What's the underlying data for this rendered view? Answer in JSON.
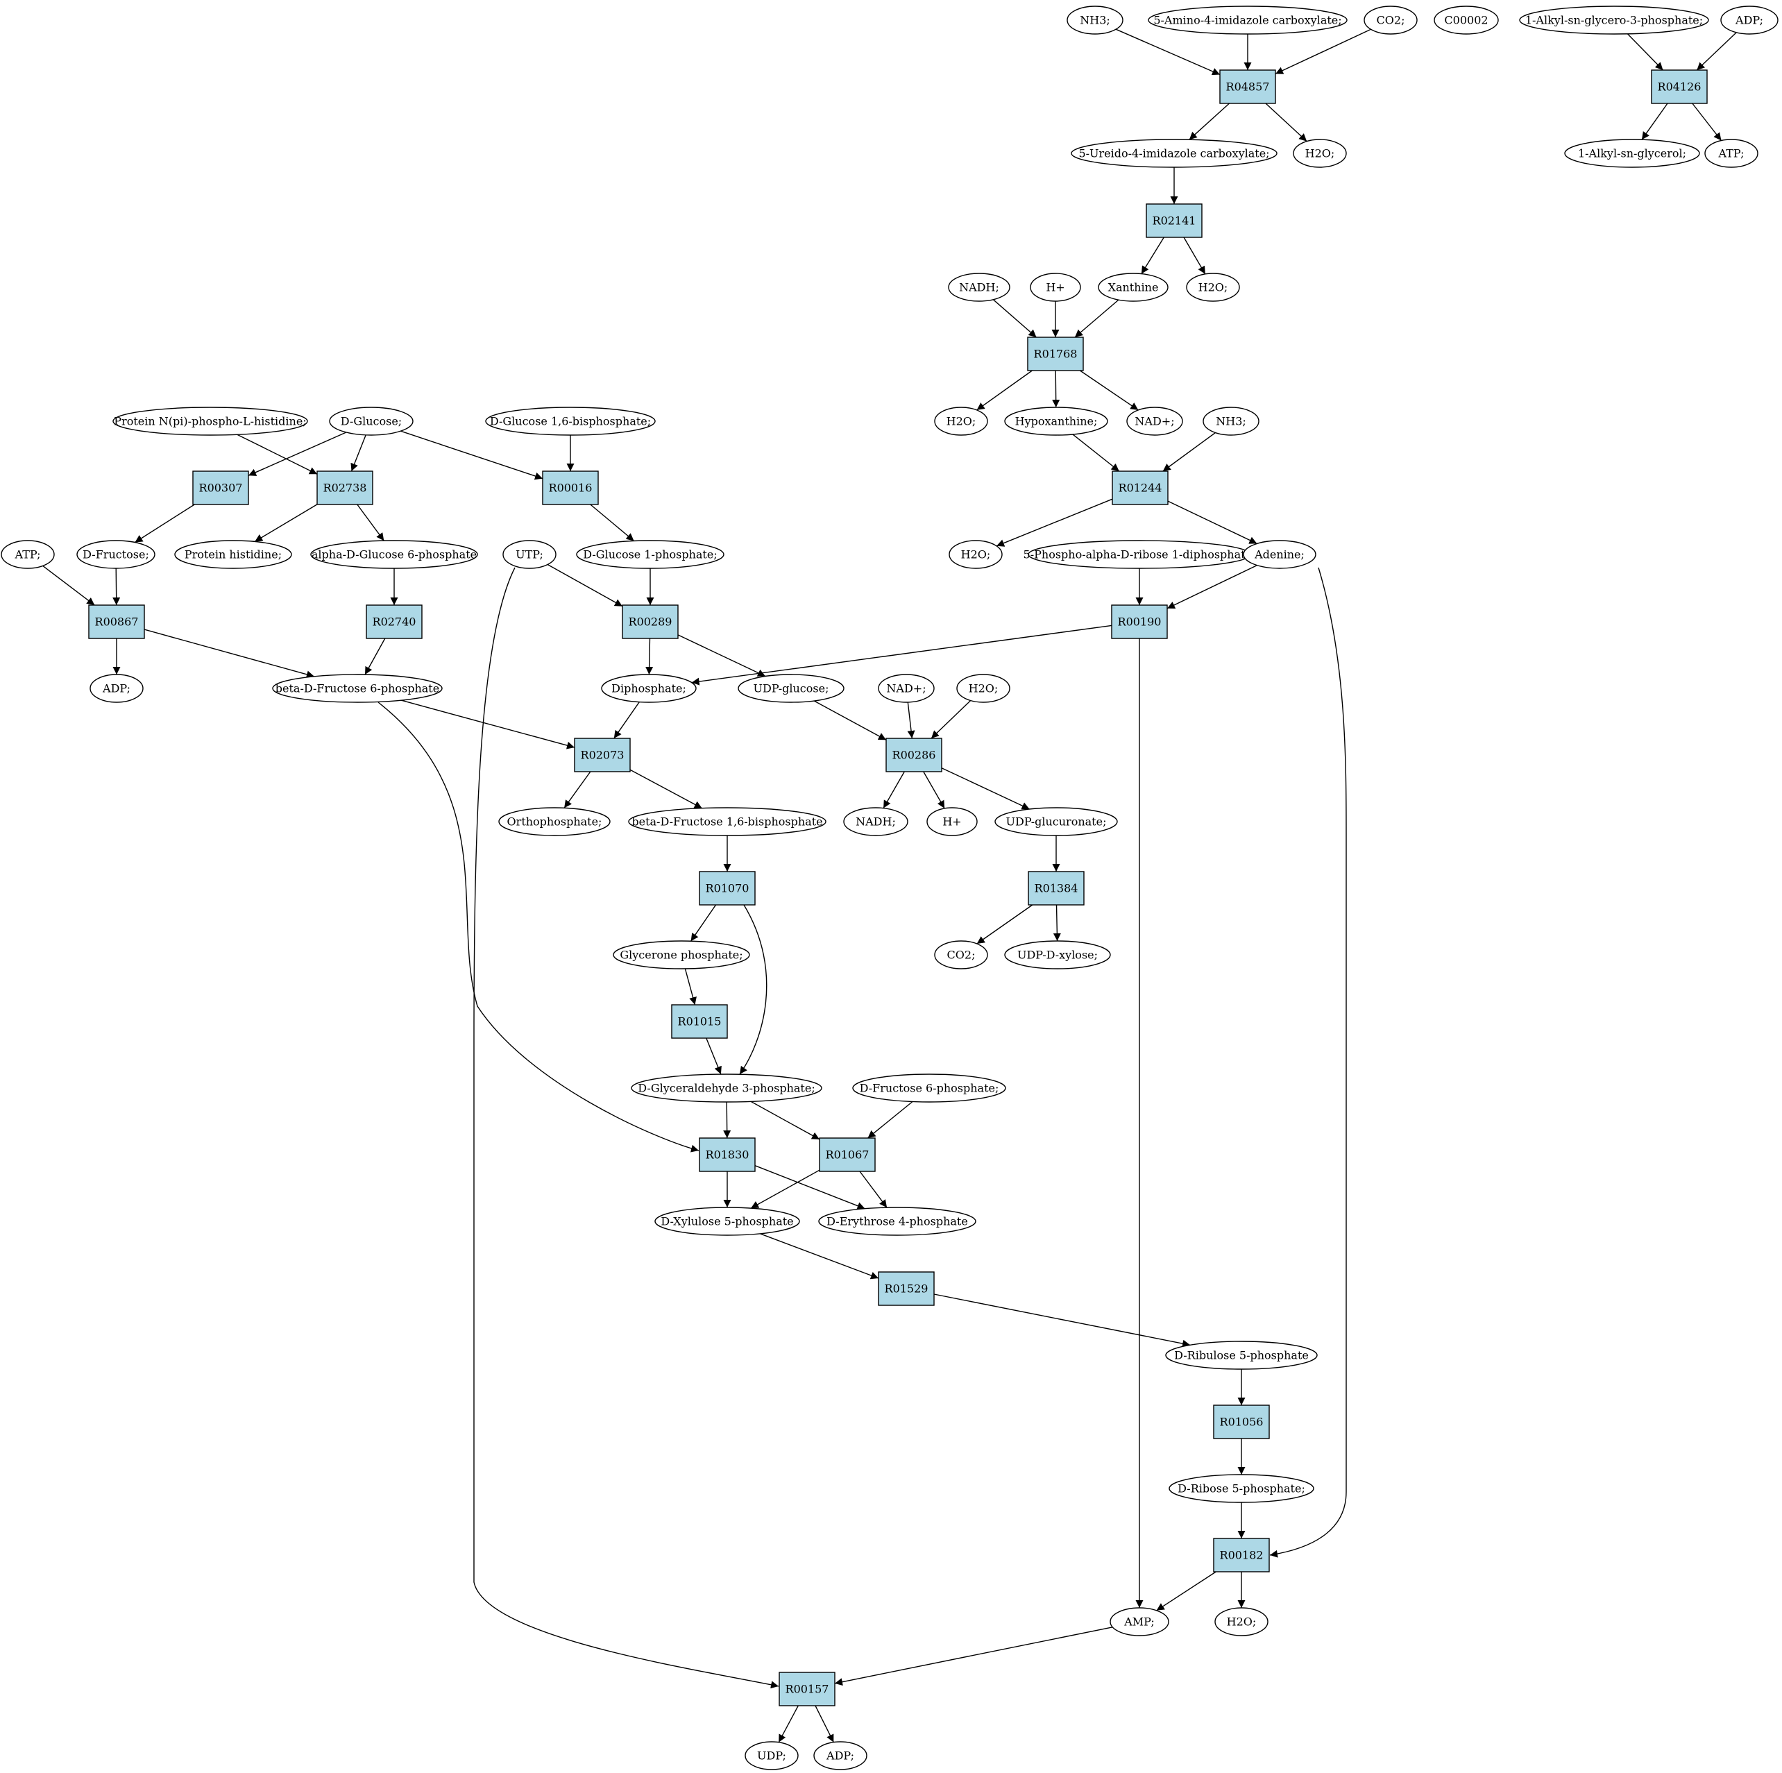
{
  "diagram": {
    "type": "metabolic reaction network",
    "colors": {
      "reaction_fill": "#add8e6",
      "compound_fill": "#ffffff",
      "highlight_start": "#00ee00",
      "highlight_target": "#ffff00"
    },
    "compounds": [
      {
        "id": "c_nh3_top",
        "label": "NH3;"
      },
      {
        "id": "c_5a4ic",
        "label": "5-Amino-4-imidazole carboxylate;"
      },
      {
        "id": "c_co2_top",
        "label": "CO2;"
      },
      {
        "id": "c_c00002",
        "label": "C00002",
        "highlight": "target"
      },
      {
        "id": "c_alkylg3p",
        "label": "1-Alkyl-sn-glycero-3-phosphate;"
      },
      {
        "id": "c_adp_top",
        "label": "ADP;"
      },
      {
        "id": "c_5u4ic",
        "label": "5-Ureido-4-imidazole carboxylate;"
      },
      {
        "id": "c_h2o_1",
        "label": "H2O;"
      },
      {
        "id": "c_alkylg",
        "label": "1-Alkyl-sn-glycerol;"
      },
      {
        "id": "c_atp_top",
        "label": "ATP;"
      },
      {
        "id": "c_nadh_1",
        "label": "NADH;"
      },
      {
        "id": "c_hplus_1",
        "label": "H+"
      },
      {
        "id": "c_xanthine",
        "label": "Xanthine"
      },
      {
        "id": "c_h2o_2",
        "label": "H2O;"
      },
      {
        "id": "c_protein_nphis",
        "label": "Protein N(pi)-phospho-L-histidine;"
      },
      {
        "id": "c_dglucose",
        "label": "D-Glucose;",
        "highlight": "start"
      },
      {
        "id": "c_dg16bp",
        "label": "D-Glucose 1,6-bisphosphate;"
      },
      {
        "id": "c_h2o_3",
        "label": "H2O;"
      },
      {
        "id": "c_hypoxanthine",
        "label": "Hypoxanthine;"
      },
      {
        "id": "c_nadplus_1",
        "label": "NAD+;"
      },
      {
        "id": "c_nh3_2",
        "label": "NH3;"
      },
      {
        "id": "c_atp_left",
        "label": "ATP;"
      },
      {
        "id": "c_dfructose",
        "label": "D-Fructose;"
      },
      {
        "id": "c_prothis",
        "label": "Protein histidine;"
      },
      {
        "id": "c_adg6p",
        "label": "alpha-D-Glucose 6-phosphate"
      },
      {
        "id": "c_utp",
        "label": "UTP;"
      },
      {
        "id": "c_dg1p",
        "label": "D-Glucose 1-phosphate;"
      },
      {
        "id": "c_h2o_4",
        "label": "H2O;"
      },
      {
        "id": "c_prpp",
        "label": "5-Phospho-alpha-D-ribose 1-diphosphate;"
      },
      {
        "id": "c_adenine",
        "label": "Adenine;"
      },
      {
        "id": "c_adp_left",
        "label": "ADP;"
      },
      {
        "id": "c_bdf6p",
        "label": "beta-D-Fructose 6-phosphate"
      },
      {
        "id": "c_diphosphate",
        "label": "Diphosphate;"
      },
      {
        "id": "c_udpglucose",
        "label": "UDP-glucose;"
      },
      {
        "id": "c_nadplus_2",
        "label": "NAD+;"
      },
      {
        "id": "c_h2o_5",
        "label": "H2O;"
      },
      {
        "id": "c_orthophosphate",
        "label": "Orthophosphate;"
      },
      {
        "id": "c_bdf16bp",
        "label": "beta-D-Fructose 1,6-bisphosphate"
      },
      {
        "id": "c_nadh_2",
        "label": "NADH;"
      },
      {
        "id": "c_hplus_2",
        "label": "H+"
      },
      {
        "id": "c_udpgluc",
        "label": "UDP-glucuronate;"
      },
      {
        "id": "c_glyceronep",
        "label": "Glycerone phosphate;"
      },
      {
        "id": "c_co2_2",
        "label": "CO2;"
      },
      {
        "id": "c_udpxylose",
        "label": "UDP-D-xylose;"
      },
      {
        "id": "c_dga3p",
        "label": "D-Glyceraldehyde 3-phosphate;"
      },
      {
        "id": "c_df6p",
        "label": "D-Fructose 6-phosphate;"
      },
      {
        "id": "c_dx5p",
        "label": "D-Xylulose 5-phosphate"
      },
      {
        "id": "c_de4p",
        "label": "D-Erythrose 4-phosphate"
      },
      {
        "id": "c_dru5p",
        "label": "D-Ribulose 5-phosphate"
      },
      {
        "id": "c_dr5p",
        "label": "D-Ribose 5-phosphate;"
      },
      {
        "id": "c_amp",
        "label": "AMP;"
      },
      {
        "id": "c_h2o_6",
        "label": "H2O;"
      },
      {
        "id": "c_udp",
        "label": "UDP;"
      },
      {
        "id": "c_adp_bottom",
        "label": "ADP;"
      }
    ],
    "reactions": [
      {
        "id": "R04857",
        "label": "R04857"
      },
      {
        "id": "R04126",
        "label": "R04126"
      },
      {
        "id": "R02141",
        "label": "R02141"
      },
      {
        "id": "R01768",
        "label": "R01768"
      },
      {
        "id": "R00307",
        "label": "R00307"
      },
      {
        "id": "R02738",
        "label": "R02738"
      },
      {
        "id": "R00016",
        "label": "R00016"
      },
      {
        "id": "R01244",
        "label": "R01244"
      },
      {
        "id": "R00867",
        "label": "R00867"
      },
      {
        "id": "R02740",
        "label": "R02740"
      },
      {
        "id": "R00289",
        "label": "R00289"
      },
      {
        "id": "R00190",
        "label": "R00190"
      },
      {
        "id": "R02073",
        "label": "R02073"
      },
      {
        "id": "R00286",
        "label": "R00286"
      },
      {
        "id": "R01070",
        "label": "R01070"
      },
      {
        "id": "R01384",
        "label": "R01384"
      },
      {
        "id": "R01015",
        "label": "R01015"
      },
      {
        "id": "R01830",
        "label": "R01830"
      },
      {
        "id": "R01067",
        "label": "R01067"
      },
      {
        "id": "R01529",
        "label": "R01529"
      },
      {
        "id": "R01056",
        "label": "R01056"
      },
      {
        "id": "R00182",
        "label": "R00182"
      },
      {
        "id": "R00157",
        "label": "R00157"
      }
    ],
    "edges": [
      [
        "c_nh3_top",
        "R04857"
      ],
      [
        "c_5a4ic",
        "R04857"
      ],
      [
        "c_co2_top",
        "R04857"
      ],
      [
        "R04857",
        "c_5u4ic"
      ],
      [
        "R04857",
        "c_h2o_1"
      ],
      [
        "c_alkylg3p",
        "R04126"
      ],
      [
        "c_adp_top",
        "R04126"
      ],
      [
        "R04126",
        "c_alkylg"
      ],
      [
        "R04126",
        "c_atp_top"
      ],
      [
        "c_5u4ic",
        "R02141"
      ],
      [
        "R02141",
        "c_xanthine"
      ],
      [
        "R02141",
        "c_h2o_2"
      ],
      [
        "c_nadh_1",
        "R01768"
      ],
      [
        "c_hplus_1",
        "R01768"
      ],
      [
        "c_xanthine",
        "R01768"
      ],
      [
        "R01768",
        "c_h2o_3"
      ],
      [
        "R01768",
        "c_hypoxanthine"
      ],
      [
        "R01768",
        "c_nadplus_1"
      ],
      [
        "c_hypoxanthine",
        "R01244"
      ],
      [
        "c_nh3_2",
        "R01244"
      ],
      [
        "R01244",
        "c_h2o_4"
      ],
      [
        "R01244",
        "c_adenine"
      ],
      [
        "c_dglucose",
        "R00307"
      ],
      [
        "c_dglucose",
        "R02738"
      ],
      [
        "c_dglucose",
        "R00016"
      ],
      [
        "c_protein_nphis",
        "R02738"
      ],
      [
        "c_dg16bp",
        "R00016"
      ],
      [
        "R00307",
        "c_dfructose"
      ],
      [
        "R02738",
        "c_prothis"
      ],
      [
        "R02738",
        "c_adg6p"
      ],
      [
        "R00016",
        "c_dg1p"
      ],
      [
        "c_atp_left",
        "R00867"
      ],
      [
        "c_dfructose",
        "R00867"
      ],
      [
        "R00867",
        "c_adp_left"
      ],
      [
        "R00867",
        "c_bdf6p"
      ],
      [
        "c_adg6p",
        "R02740"
      ],
      [
        "R02740",
        "c_bdf6p"
      ],
      [
        "c_utp",
        "R00289"
      ],
      [
        "c_dg1p",
        "R00289"
      ],
      [
        "R00289",
        "c_diphosphate"
      ],
      [
        "R00289",
        "c_udpglucose"
      ],
      [
        "c_prpp",
        "R00190"
      ],
      [
        "c_adenine",
        "R00190"
      ],
      [
        "R00190",
        "c_diphosphate"
      ],
      [
        "R00190",
        "c_amp"
      ],
      [
        "c_bdf6p",
        "R02073"
      ],
      [
        "c_diphosphate",
        "R02073"
      ],
      [
        "R02073",
        "c_orthophosphate"
      ],
      [
        "R02073",
        "c_bdf16bp"
      ],
      [
        "c_udpglucose",
        "R00286"
      ],
      [
        "c_nadplus_2",
        "R00286"
      ],
      [
        "c_h2o_5",
        "R00286"
      ],
      [
        "R00286",
        "c_nadh_2"
      ],
      [
        "R00286",
        "c_hplus_2"
      ],
      [
        "R00286",
        "c_udpgluc"
      ],
      [
        "c_udpgluc",
        "R01384"
      ],
      [
        "R01384",
        "c_co2_2"
      ],
      [
        "R01384",
        "c_udpxylose"
      ],
      [
        "c_bdf16bp",
        "R01070"
      ],
      [
        "R01070",
        "c_glyceronep"
      ],
      [
        "R01070",
        "c_dga3p"
      ],
      [
        "c_glyceronep",
        "R01015"
      ],
      [
        "R01015",
        "c_dga3p"
      ],
      [
        "c_dga3p",
        "R01830"
      ],
      [
        "c_bdf6p",
        "R01830"
      ],
      [
        "c_dga3p",
        "R01067"
      ],
      [
        "c_df6p",
        "R01067"
      ],
      [
        "R01830",
        "c_dx5p"
      ],
      [
        "R01830",
        "c_de4p"
      ],
      [
        "R01067",
        "c_dx5p"
      ],
      [
        "R01067",
        "c_de4p"
      ],
      [
        "c_dx5p",
        "R01529"
      ],
      [
        "R01529",
        "c_dru5p"
      ],
      [
        "c_dru5p",
        "R01056"
      ],
      [
        "R01056",
        "c_dr5p"
      ],
      [
        "c_dr5p",
        "R00182"
      ],
      [
        "c_adenine",
        "R00182"
      ],
      [
        "R00182",
        "c_amp"
      ],
      [
        "R00182",
        "c_h2o_6"
      ],
      [
        "c_utp",
        "R00157"
      ],
      [
        "c_amp",
        "R00157"
      ],
      [
        "R00157",
        "c_udp"
      ],
      [
        "R00157",
        "c_adp_bottom"
      ]
    ]
  }
}
